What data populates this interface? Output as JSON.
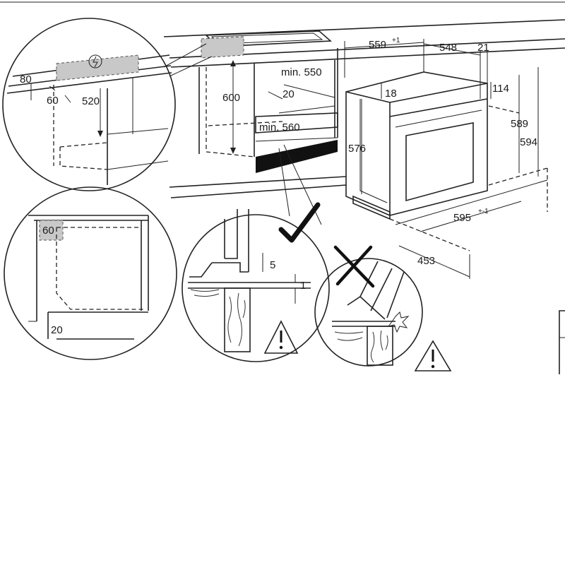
{
  "diagram": {
    "dimensions": {
      "d_80": "80",
      "d_60_top": "60",
      "d_520": "520",
      "d_600": "600",
      "d_min550": "min. 550",
      "d_20_cab": "20",
      "d_min560": "min. 560",
      "d_559": "559",
      "d_559_tol": "+1",
      "d_548": "548",
      "d_21": "21",
      "d_18": "18",
      "d_114": "114",
      "d_576": "576",
      "d_589": "589",
      "d_594": "594",
      "d_595": "595",
      "d_595_tol": "+-1",
      "d_453": "453",
      "d_60_side": "60",
      "d_20_side": "20",
      "d_5": "5",
      "d_1": "1"
    },
    "symbols": {
      "electric": "electric-hazard-icon",
      "correct": "checkmark-icon",
      "incorrect": "cross-icon",
      "warning": "warning-triangle-icon"
    }
  }
}
